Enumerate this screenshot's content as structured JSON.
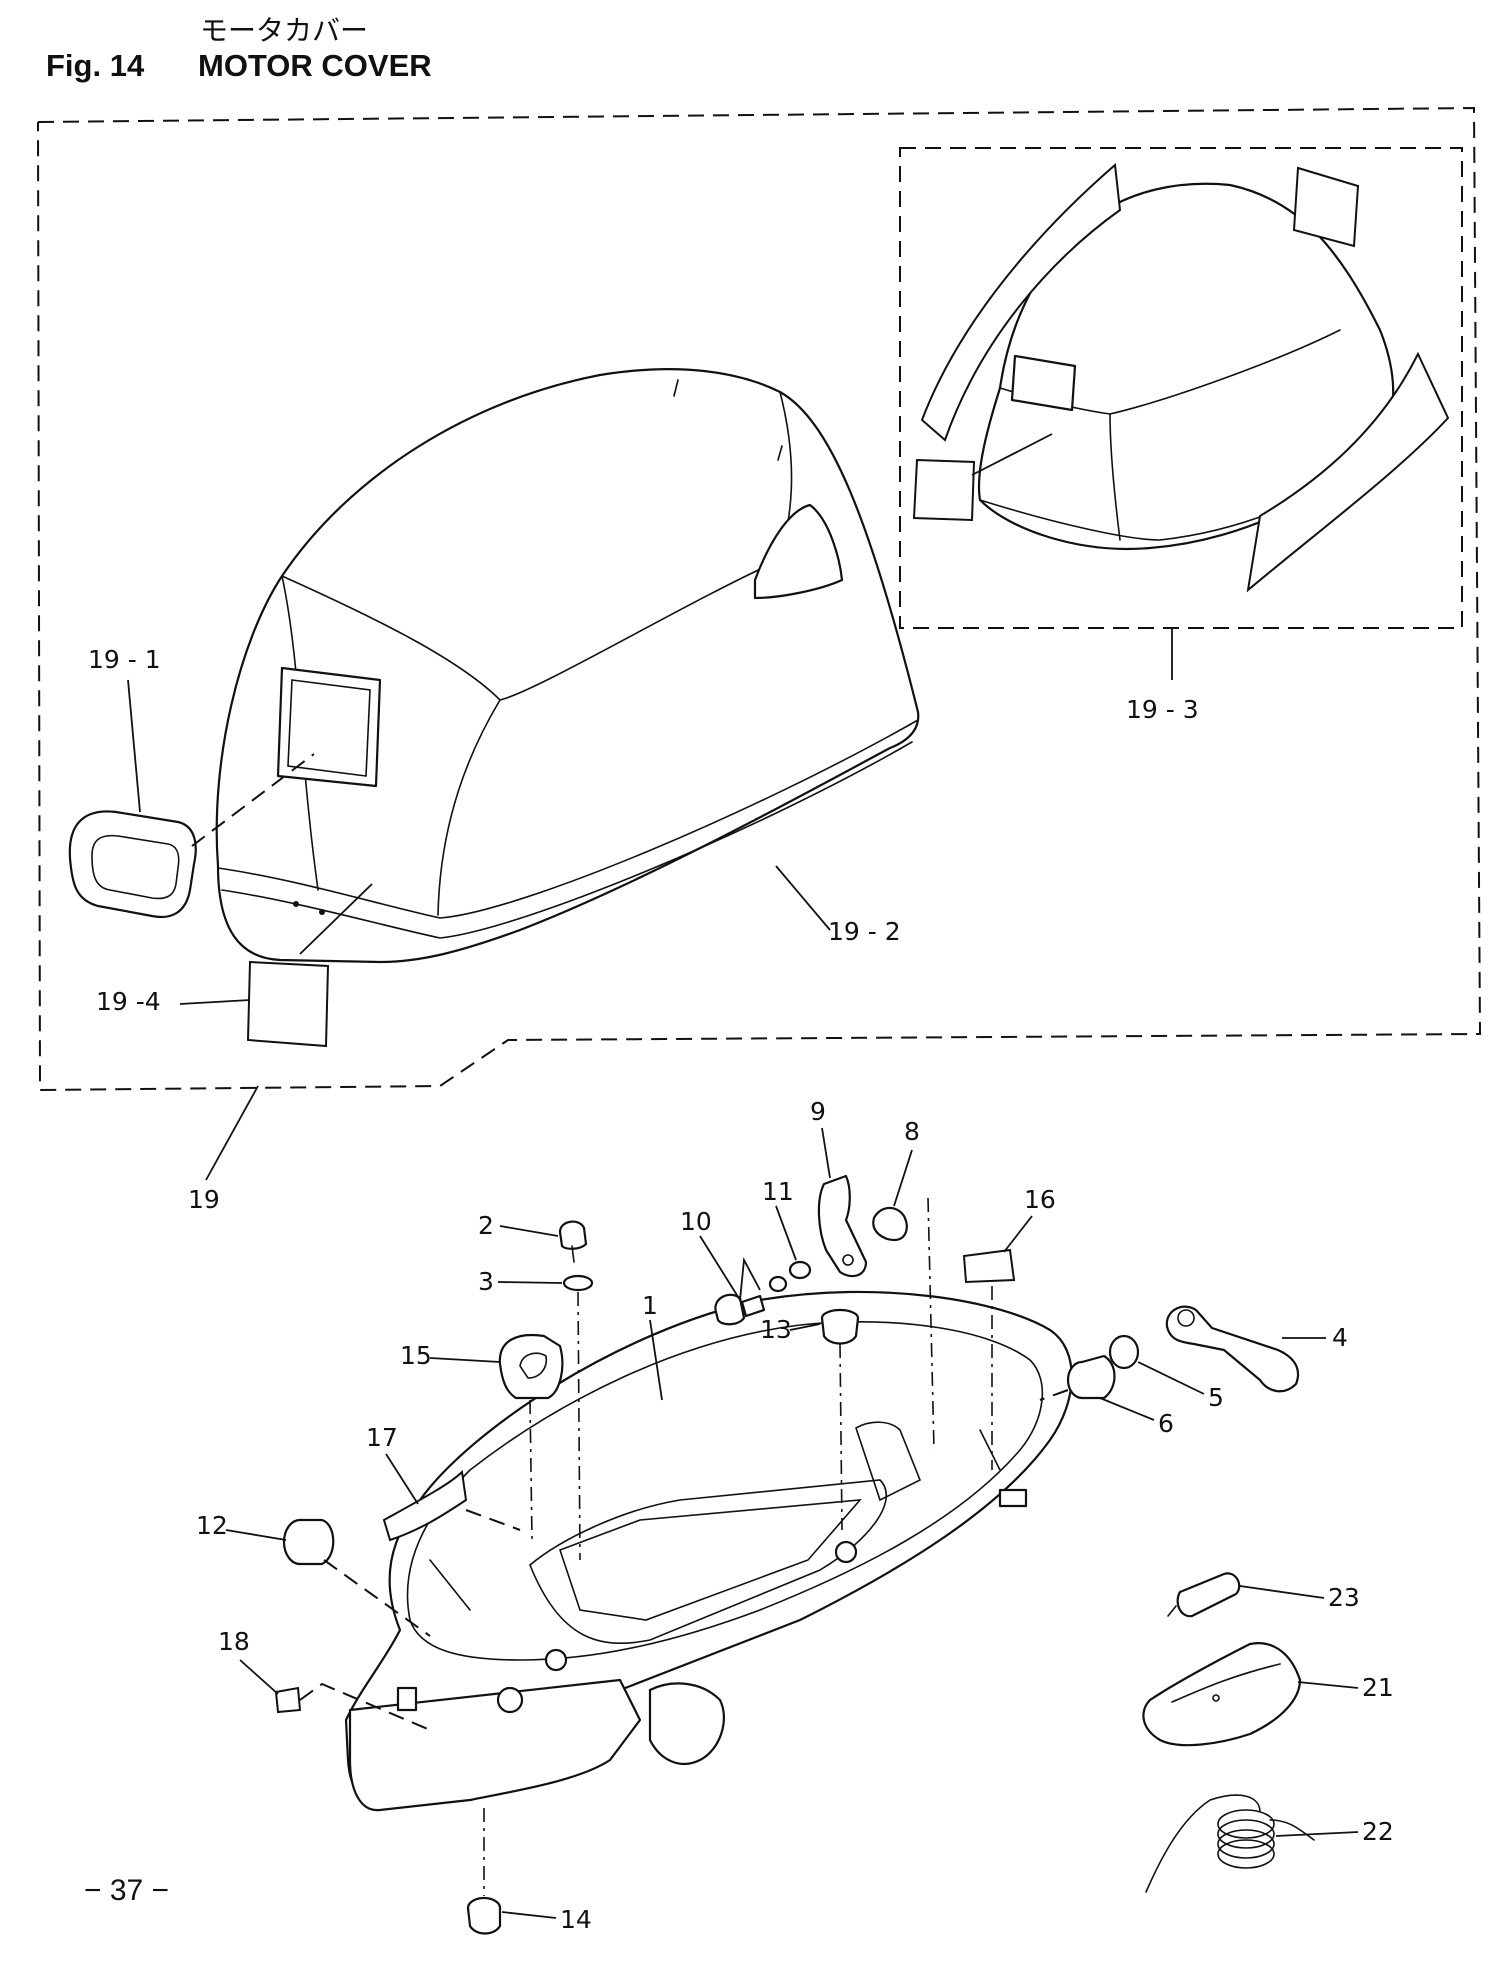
{
  "header": {
    "title_jp": "モータカバー",
    "fig_label": "Fig. 14",
    "title_en": "MOTOR COVER"
  },
  "callouts": {
    "c1": "1",
    "c2": "2",
    "c3": "3",
    "c4": "4",
    "c5": "5",
    "c6": "6",
    "c8": "8",
    "c9": "9",
    "c10": "10",
    "c11": "11",
    "c12": "12",
    "c13": "13",
    "c14": "14",
    "c15": "15",
    "c16": "16",
    "c17": "17",
    "c18": "18",
    "c19": "19",
    "c19_1": "19 - 1",
    "c19_2": "19 - 2",
    "c19_3": "19 - 3",
    "c19_4": "19 -4",
    "c21": "21",
    "c22": "22",
    "c23": "23"
  },
  "footer": {
    "page_number": "− 37 −"
  }
}
